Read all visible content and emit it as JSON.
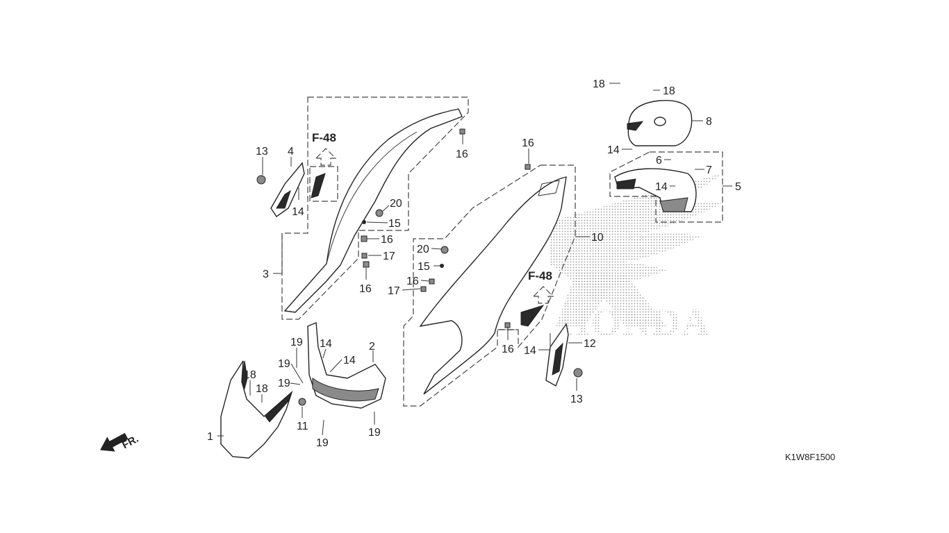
{
  "diagram": {
    "reference_code": "K1W8F1500",
    "reference_tags": [
      "F-48",
      "F-48"
    ],
    "direction_label": "FR.",
    "watermark_text": "HONDA",
    "part_labels": [
      "1",
      "2",
      "3",
      "4",
      "5",
      "6",
      "7",
      "8",
      "10",
      "11",
      "12",
      "13",
      "14",
      "15",
      "16",
      "17",
      "18",
      "19",
      "20"
    ]
  },
  "callouts": [
    {
      "id": "c13a",
      "text": "13"
    },
    {
      "id": "c4",
      "text": "4"
    },
    {
      "id": "c14a",
      "text": "14"
    },
    {
      "id": "c3",
      "text": "3"
    },
    {
      "id": "c16a",
      "text": "16"
    },
    {
      "id": "c20a",
      "text": "20"
    },
    {
      "id": "c15a",
      "text": "15"
    },
    {
      "id": "c16b",
      "text": "16"
    },
    {
      "id": "c17a",
      "text": "17"
    },
    {
      "id": "c16c",
      "text": "16"
    },
    {
      "id": "c16d",
      "text": "16"
    },
    {
      "id": "c20b",
      "text": "20"
    },
    {
      "id": "c15b",
      "text": "15"
    },
    {
      "id": "c16e",
      "text": "16"
    },
    {
      "id": "c17b",
      "text": "17"
    },
    {
      "id": "c10",
      "text": "10"
    },
    {
      "id": "c16f",
      "text": "16"
    },
    {
      "id": "c14b",
      "text": "14"
    },
    {
      "id": "c12",
      "text": "12"
    },
    {
      "id": "c13b",
      "text": "13"
    },
    {
      "id": "c18a",
      "text": "18"
    },
    {
      "id": "c18b",
      "text": "18"
    },
    {
      "id": "c8",
      "text": "8"
    },
    {
      "id": "c14c",
      "text": "14"
    },
    {
      "id": "c6",
      "text": "6"
    },
    {
      "id": "c7",
      "text": "7"
    },
    {
      "id": "c14d",
      "text": "14"
    },
    {
      "id": "c5",
      "text": "5"
    },
    {
      "id": "c19a",
      "text": "19"
    },
    {
      "id": "c14e",
      "text": "14"
    },
    {
      "id": "c19b",
      "text": "19"
    },
    {
      "id": "c14f",
      "text": "14"
    },
    {
      "id": "c2",
      "text": "2"
    },
    {
      "id": "c18c",
      "text": "18"
    },
    {
      "id": "c18d",
      "text": "18"
    },
    {
      "id": "c19c",
      "text": "19"
    },
    {
      "id": "c1",
      "text": "1"
    },
    {
      "id": "c11",
      "text": "11"
    },
    {
      "id": "c19d",
      "text": "19"
    },
    {
      "id": "c19e",
      "text": "19"
    }
  ]
}
